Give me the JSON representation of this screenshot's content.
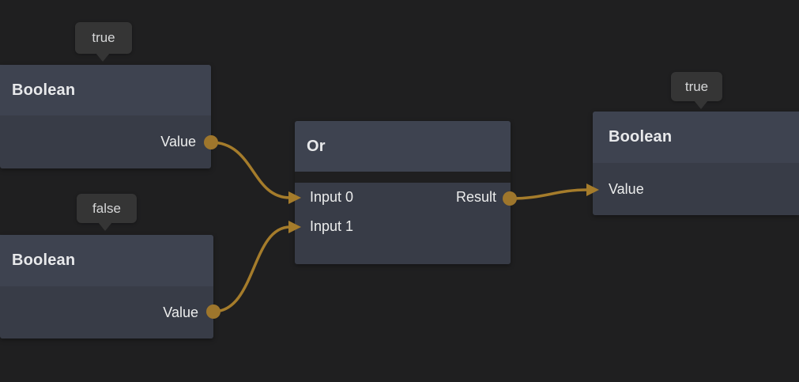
{
  "editor": {
    "background_color": "#1f1f20",
    "node_header_color": "#3e4350",
    "node_body_color": "#383c47",
    "wire_color": "#a57c2b",
    "tooltip_color": "#353535"
  },
  "nodes": [
    {
      "title": "Boolean",
      "tooltip": "true",
      "outputs": [
        {
          "label": "Value"
        }
      ]
    },
    {
      "title": "Boolean",
      "tooltip": "false",
      "outputs": [
        {
          "label": "Value"
        }
      ]
    },
    {
      "title": "Or",
      "inputs": [
        {
          "label": "Input 0"
        },
        {
          "label": "Input 1"
        }
      ],
      "outputs": [
        {
          "label": "Result"
        }
      ]
    },
    {
      "title": "Boolean",
      "tooltip": "true",
      "inputs": [
        {
          "label": "Value"
        }
      ]
    }
  ],
  "connections": [
    {
      "from": "Boolean(true).Value",
      "to": "Or.Input 0"
    },
    {
      "from": "Boolean(false).Value",
      "to": "Or.Input 1"
    },
    {
      "from": "Or.Result",
      "to": "Boolean(true).Value"
    }
  ]
}
